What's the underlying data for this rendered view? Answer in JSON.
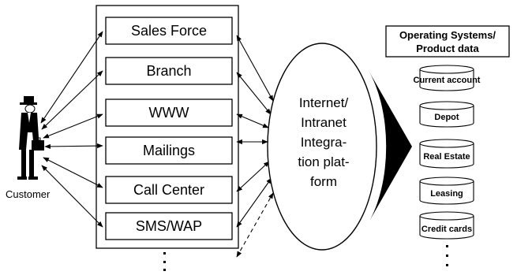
{
  "customer": {
    "label": "Customer"
  },
  "channels": [
    {
      "label": "Sales Force"
    },
    {
      "label": "Branch"
    },
    {
      "label": "WWW"
    },
    {
      "label": "Mailings"
    },
    {
      "label": "Call Center"
    },
    {
      "label": "SMS/WAP"
    }
  ],
  "hub": {
    "lines": [
      "Internet/",
      "Intranet",
      "Integra-",
      "tion plat-",
      "form"
    ]
  },
  "systems": {
    "title_lines": [
      "Operating Systems/",
      "Product data"
    ],
    "databases": [
      {
        "label": "Current account"
      },
      {
        "label": "Depot"
      },
      {
        "label": "Real Estate"
      },
      {
        "label": "Leasing"
      },
      {
        "label": "Credit cards"
      }
    ]
  }
}
